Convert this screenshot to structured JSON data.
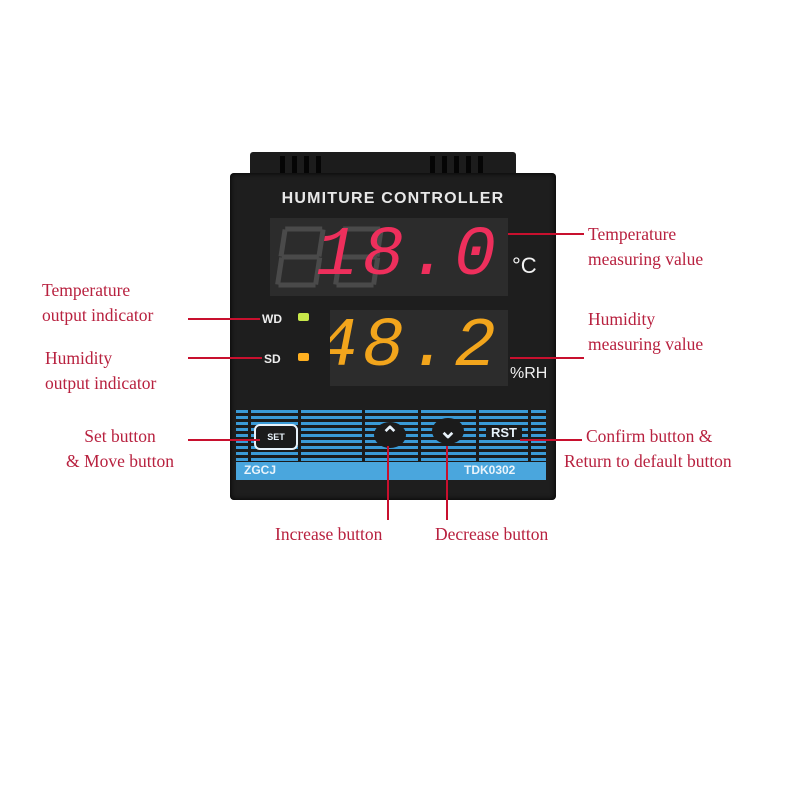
{
  "device": {
    "title": "HUMITURE CONTROLLER",
    "temperature_display": "18.0",
    "temperature_unit": "°C",
    "humidity_display": "48.2",
    "humidity_unit": "%RH",
    "indicators": [
      {
        "label": "WD",
        "color": "#c8e84a"
      },
      {
        "label": "SD",
        "color": "#ffb020"
      }
    ],
    "buttons": {
      "set": "SET",
      "increase": "⌃",
      "decrease": "⌄",
      "reset": "RST"
    },
    "brand": "ZGCJ",
    "model": "TDK0302",
    "colors": {
      "temperature_digits": "#ee2f5c",
      "humidity_digits": "#f2a51c",
      "panel_blue": "#3a9ad6"
    }
  },
  "annotations": {
    "temperature_measuring": [
      "Temperature",
      "measuring value"
    ],
    "temperature_output": [
      "Temperature",
      "output indicator"
    ],
    "humidity_output": [
      "Humidity",
      "output indicator"
    ],
    "humidity_measuring": [
      "Humidity",
      "measuring value"
    ],
    "set_button": [
      "Set button",
      "& Move button"
    ],
    "confirm_button": [
      "Confirm button &",
      "Return to default button"
    ],
    "increase_button": "Increase button",
    "decrease_button": "Decrease button"
  }
}
